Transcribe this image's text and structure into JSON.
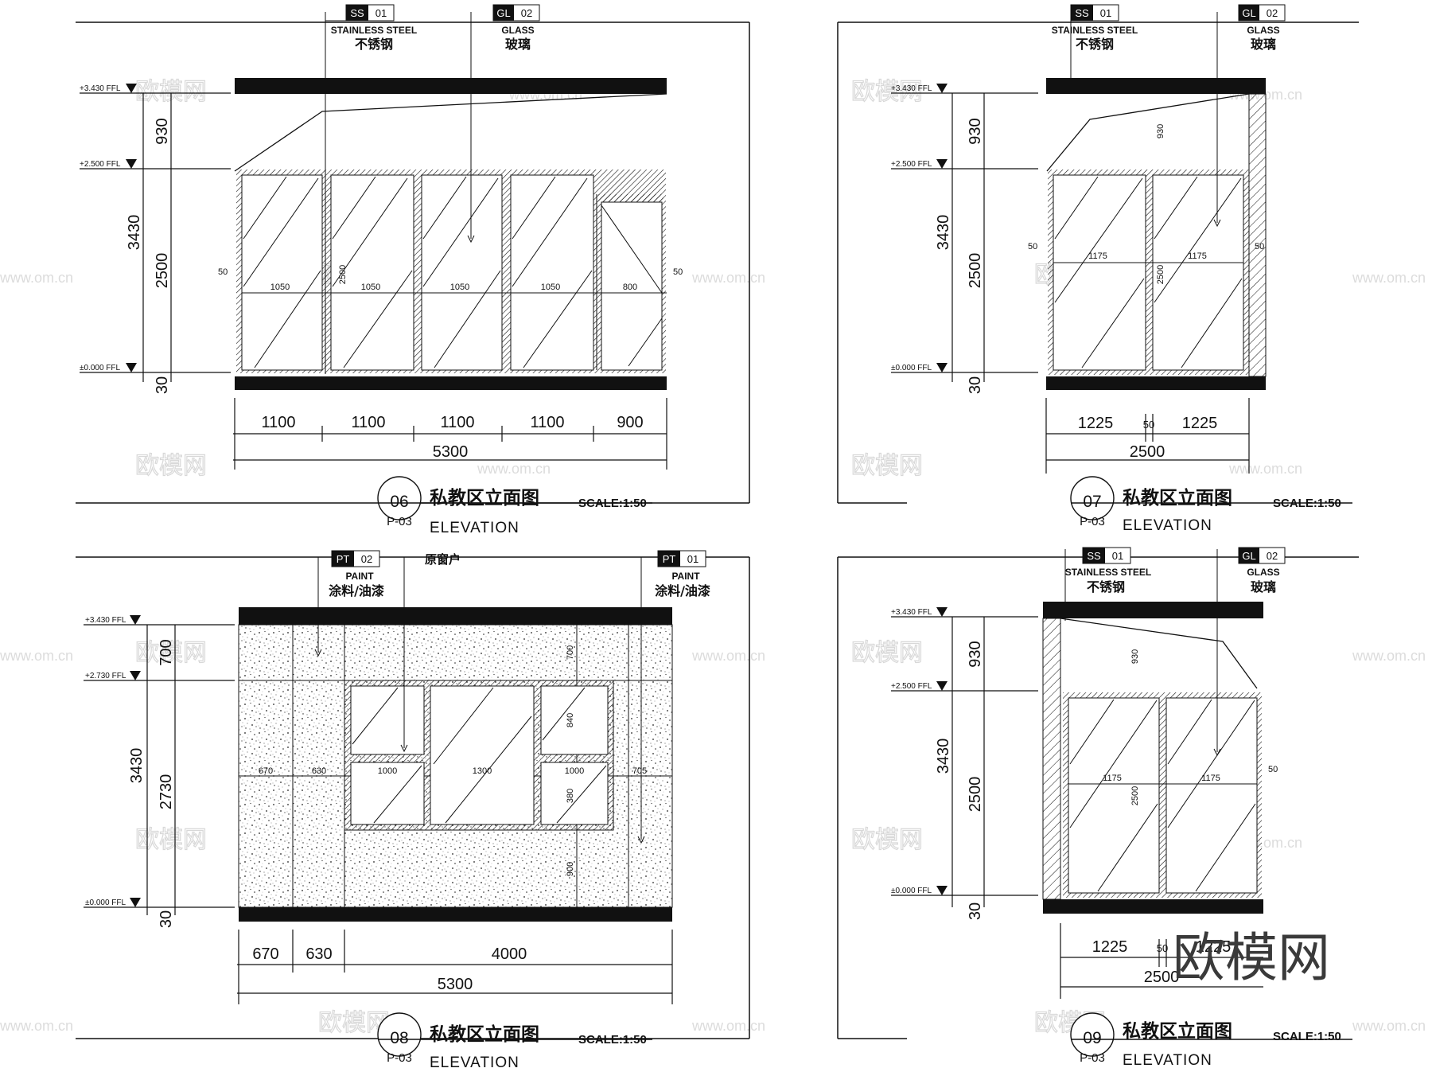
{
  "panels": [
    {
      "number": "06",
      "sheet": "P-03",
      "title": "私教区立面图",
      "scale": "SCALE:1:50",
      "subtitle": "ELEVATION",
      "tags": [
        {
          "code": "SS",
          "num": "01",
          "en": "STAINLESS STEEL",
          "cn": "不锈钢"
        },
        {
          "code": "GL",
          "num": "02",
          "en": "GLASS",
          "cn": "玻璃"
        }
      ],
      "levels": [
        "+3.430 FFL",
        "+2.500 FFL",
        "±0.000 FFL"
      ],
      "vdims": [
        "930",
        "2500",
        "3430",
        "30"
      ],
      "hdims": [
        "1100",
        "1100",
        "1100",
        "1100",
        "900"
      ],
      "total": "5300",
      "inner": [
        "1050",
        "1050",
        "1050",
        "1050",
        "800",
        "2500",
        "50",
        "50"
      ]
    },
    {
      "number": "07",
      "sheet": "P-03",
      "title": "私教区立面图",
      "scale": "SCALE:1:50",
      "subtitle": "ELEVATION",
      "tags": [
        {
          "code": "SS",
          "num": "01",
          "en": "STAINLESS STEEL",
          "cn": "不锈钢"
        },
        {
          "code": "GL",
          "num": "02",
          "en": "GLASS",
          "cn": "玻璃"
        }
      ],
      "levels": [
        "+3.430 FFL",
        "+2.500 FFL",
        "±0.000 FFL"
      ],
      "vdims": [
        "930",
        "2500",
        "3430",
        "30"
      ],
      "hdims": [
        "1225",
        "50",
        "1225"
      ],
      "total": "2500",
      "inner": [
        "1175",
        "1175",
        "930",
        "2500",
        "50",
        "50"
      ]
    },
    {
      "number": "08",
      "sheet": "P-03",
      "title": "私教区立面图",
      "scale": "SCALE:1:50",
      "subtitle": "ELEVATION",
      "tags": [
        {
          "code": "PT",
          "num": "02",
          "en": "PAINT",
          "cn": "涂料/油漆"
        },
        {
          "code": "PT",
          "num": "01",
          "en": "PAINT",
          "cn": "涂料/油漆"
        }
      ],
      "note": "原窗户",
      "levels": [
        "+3.430 FFL",
        "+2.730 FFL",
        "±0.000 FFL"
      ],
      "vdims": [
        "700",
        "2730",
        "3430",
        "30"
      ],
      "hdims": [
        "670",
        "630",
        "4000"
      ],
      "total": "5300",
      "inner": [
        "670",
        "630",
        "1000",
        "1300",
        "1000",
        "700",
        "840",
        "380",
        "900",
        "705"
      ]
    },
    {
      "number": "09",
      "sheet": "P-03",
      "title": "私教区立面图",
      "scale": "SCALE:1:50",
      "subtitle": "ELEVATION",
      "tags": [
        {
          "code": "SS",
          "num": "01",
          "en": "STAINLESS STEEL",
          "cn": "不锈钢"
        },
        {
          "code": "GL",
          "num": "02",
          "en": "GLASS",
          "cn": "玻璃"
        }
      ],
      "levels": [
        "+3.430 FFL",
        "+2.500 FFL",
        "±0.000 FFL"
      ],
      "vdims": [
        "930",
        "2500",
        "3430",
        "30"
      ],
      "hdims": [
        "1225",
        "50",
        "1225"
      ],
      "total": "2500",
      "inner": [
        "1175",
        "1175",
        "930",
        "2500",
        "50"
      ]
    }
  ],
  "watermark": {
    "cn": "欧模网",
    "url": "www.om.cn"
  }
}
